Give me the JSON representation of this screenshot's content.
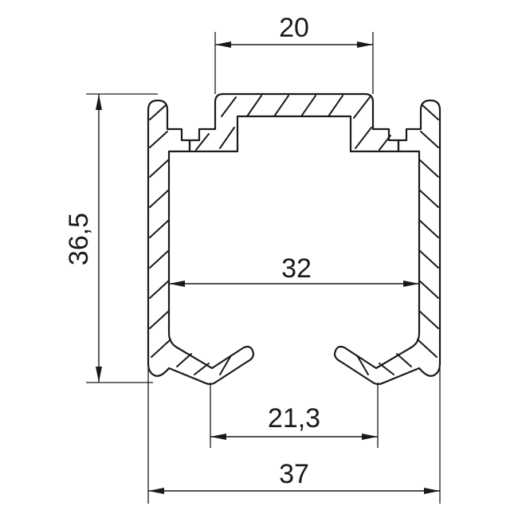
{
  "dimensions": {
    "top_width": "20",
    "height": "36,5",
    "inner_width": "32",
    "opening_width": "21,3",
    "total_width": "37"
  },
  "colors": {
    "line": "#1a1a1a",
    "background": "#ffffff"
  }
}
